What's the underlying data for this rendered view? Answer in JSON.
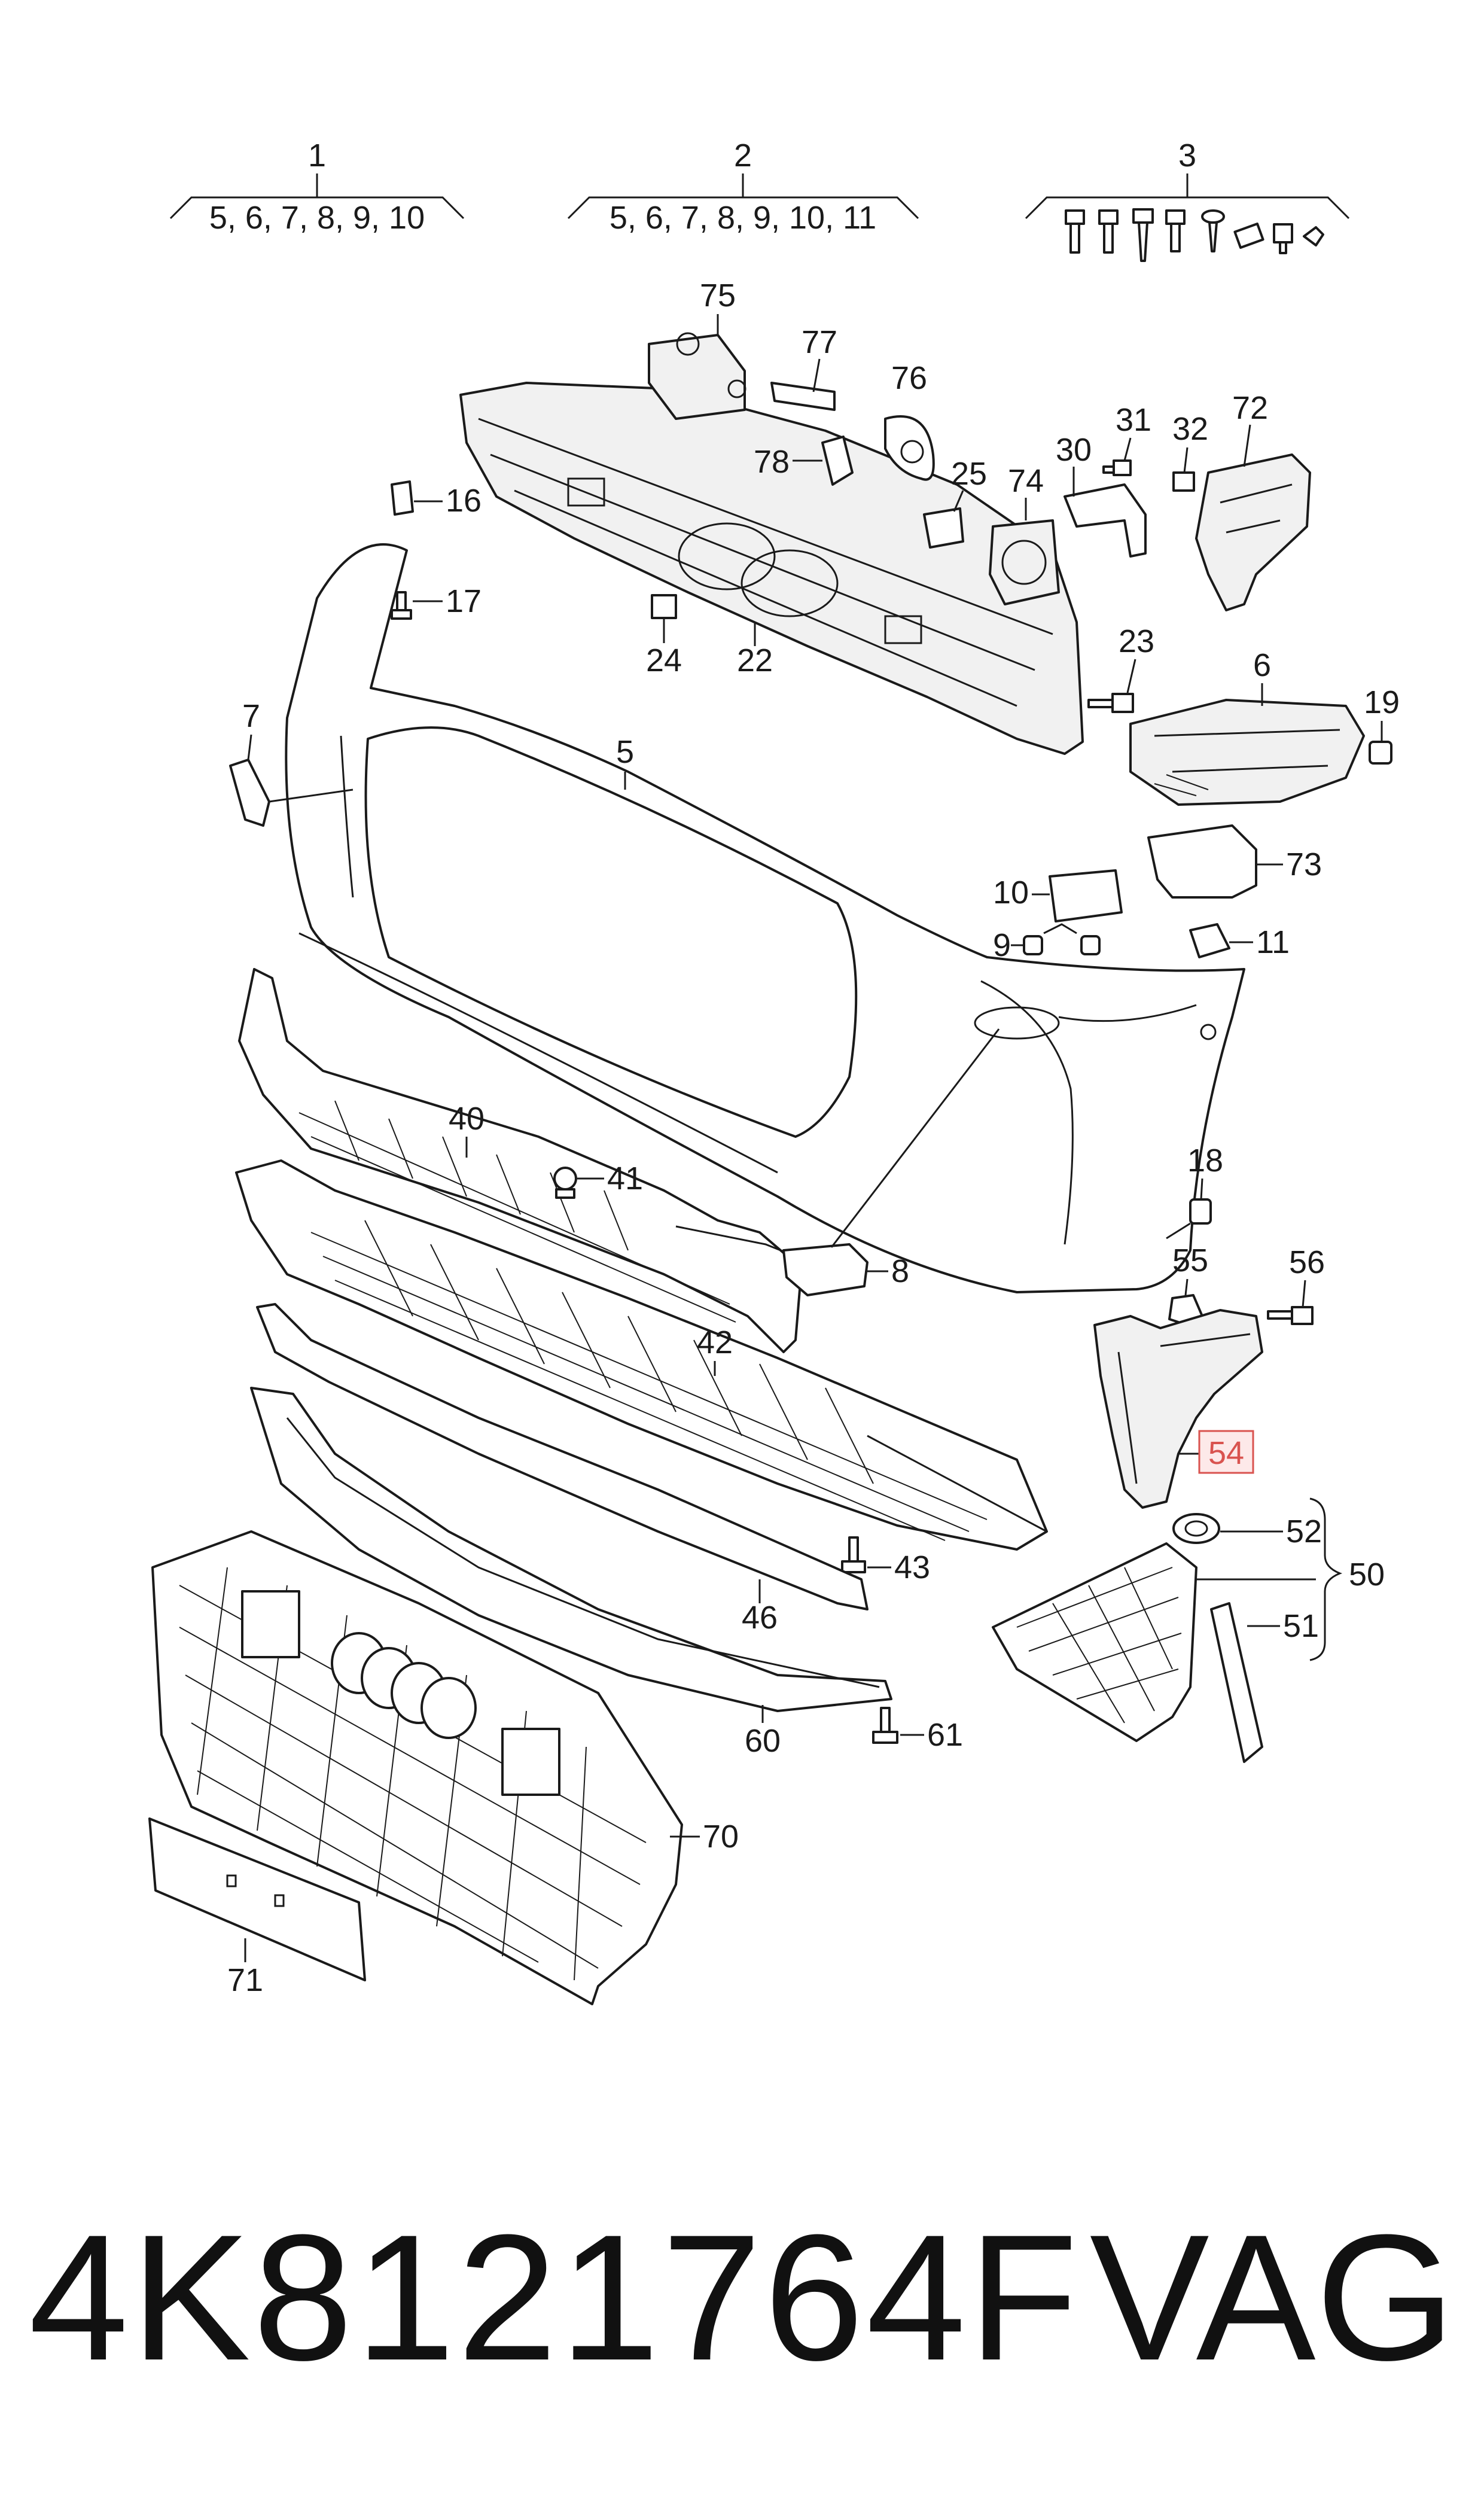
{
  "groups": [
    {
      "number": "1",
      "members": "5, 6, 7, 8, 9, 10"
    },
    {
      "number": "2",
      "members": "5, 6, 7, 8, 9, 10, 11"
    },
    {
      "number": "3",
      "members": ""
    }
  ],
  "labels": {
    "p5": "5",
    "p6": "6",
    "p7": "7",
    "p8": "8",
    "p9": "9",
    "p10": "10",
    "p11": "11",
    "p16": "16",
    "p17": "17",
    "p18": "18",
    "p19": "19",
    "p22": "22",
    "p23": "23",
    "p24": "24",
    "p25": "25",
    "p30": "30",
    "p31": "31",
    "p32": "32",
    "p40": "40",
    "p41": "41",
    "p42": "42",
    "p43": "43",
    "p46": "46",
    "p50": "50",
    "p51": "51",
    "p52": "52",
    "p54": "54",
    "p55": "55",
    "p56": "56",
    "p60": "60",
    "p61": "61",
    "p70": "70",
    "p71": "71",
    "p72": "72",
    "p73": "73",
    "p74": "74",
    "p75": "75",
    "p76": "76",
    "p77": "77",
    "p78": "78"
  },
  "highlighted_part": "54",
  "highlight_color": "#d9534f",
  "footer": {
    "part_number": "4K8121764F",
    "brand": "VAG"
  }
}
